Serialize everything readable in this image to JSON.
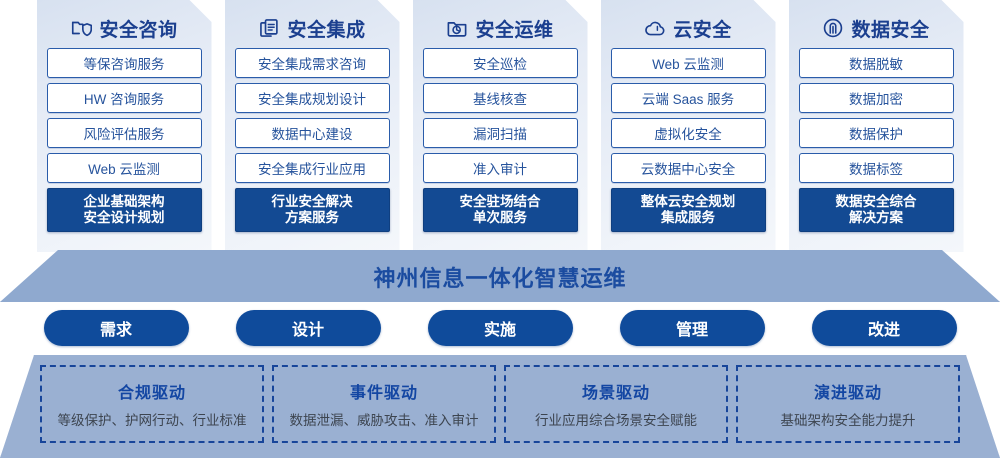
{
  "columns": [
    {
      "icon": "folder-shield-icon",
      "title": "安全咨询",
      "items": [
        "等保咨询服务",
        "HW 咨询服务",
        "风险评估服务",
        "Web 云监测"
      ],
      "highlight": [
        "企业基础架构",
        "安全设计规划"
      ]
    },
    {
      "icon": "stacked-documents-icon",
      "title": "安全集成",
      "items": [
        "安全集成需求咨询",
        "安全集成规划设计",
        "数据中心建设",
        "安全集成行业应用"
      ],
      "highlight": [
        "行业安全解决",
        "方案服务"
      ]
    },
    {
      "icon": "folder-chart-icon",
      "title": "安全运维",
      "items": [
        "安全巡检",
        "基线核查",
        "漏洞扫描",
        "准入审计"
      ],
      "highlight": [
        "安全驻场结合",
        "单次服务"
      ]
    },
    {
      "icon": "cloud-icon",
      "title": "云安全",
      "items": [
        "Web 云监测",
        "云端 Saas 服务",
        "虚拟化安全",
        "云数据中心安全"
      ],
      "highlight": [
        "整体云安全规划",
        "集成服务"
      ]
    },
    {
      "icon": "fingerprint-icon",
      "title": "数据安全",
      "items": [
        "数据脱敏",
        "数据加密",
        "数据保护",
        "数据标签"
      ],
      "highlight": [
        "数据安全综合",
        "解决方案"
      ]
    }
  ],
  "band": {
    "title": "神州信息一体化智慧运维"
  },
  "pills": [
    {
      "label": "需求"
    },
    {
      "label": "设计"
    },
    {
      "label": "实施"
    },
    {
      "label": "管理"
    },
    {
      "label": "改进"
    }
  ],
  "drivers": [
    {
      "title": "合规驱动",
      "subtitle": "等级保护、护网行动、行业标准"
    },
    {
      "title": "事件驱动",
      "subtitle": "数据泄漏、威胁攻击、准入审计"
    },
    {
      "title": "场景驱动",
      "subtitle": "行业应用综合场景安全赋能"
    },
    {
      "title": "演进驱动",
      "subtitle": "基础架构安全能力提升"
    }
  ],
  "colors": {
    "accent": "#1346a3",
    "deep_blue": "#134a93",
    "pill_blue": "#0f4b9b",
    "panel_bg_light": "#f4f7fb",
    "panel_bg_dark": "#d7e1f0"
  }
}
